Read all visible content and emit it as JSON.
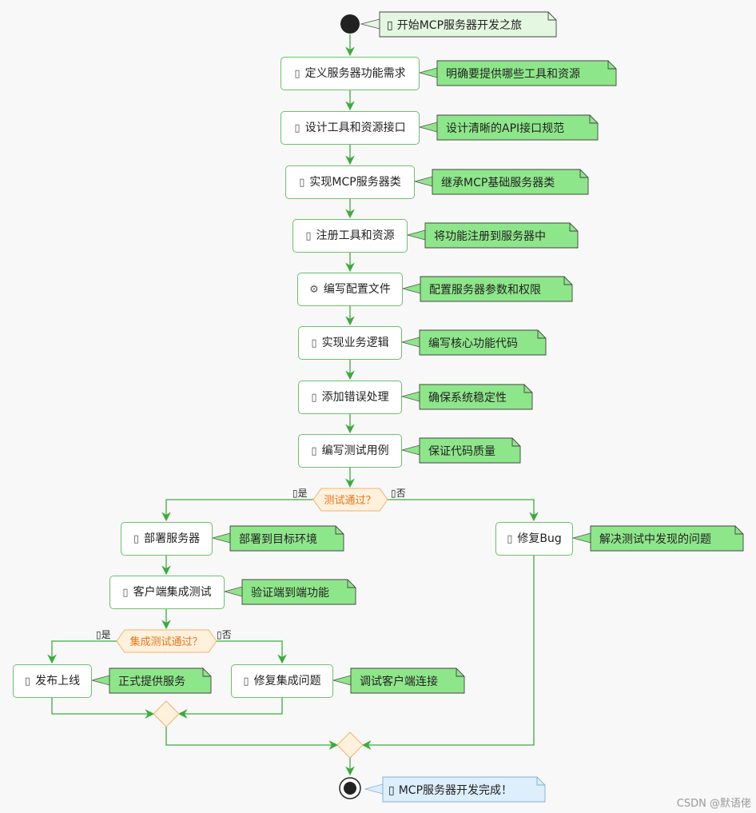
{
  "nodes": {
    "define_req": "定义服务器功能需求",
    "design_api": "设计工具和资源接口",
    "impl_class": "实现MCP服务器类",
    "register": "注册工具和资源",
    "write_config": "编写配置文件",
    "impl_logic": "实现业务逻辑",
    "error_handling": "添加错误处理",
    "write_tests": "编写测试用例",
    "deploy": "部署服务器",
    "client_test": "客户端集成测试",
    "fix_bug": "修复Bug",
    "release": "发布上线",
    "fix_integration": "修复集成问题"
  },
  "notes": {
    "start": "开始MCP服务器开发之旅",
    "define_req": "明确要提供哪些工具和资源",
    "design_api": "设计清晰的API接口规范",
    "impl_class": "继承MCP基础服务器类",
    "register": "将功能注册到服务器中",
    "write_config": "配置服务器参数和权限",
    "impl_logic": "编写核心功能代码",
    "error_handling": "确保系统稳定性",
    "write_tests": "保证代码质量",
    "deploy": "部署到目标环境",
    "fix_bug": "解决测试中发现的问题",
    "client_test": "验证端到端功能",
    "release": "正式提供服务",
    "fix_integration": "调试客户端连接",
    "end": "MCP服务器开发完成！"
  },
  "decisions": {
    "tests_passed": {
      "label": "测试通过？",
      "yes": "是",
      "no": "否"
    },
    "integration_passed": {
      "label": "集成测试通过？",
      "yes": "是",
      "no": "否"
    }
  },
  "icons": {
    "default": "▯",
    "config": "⚙"
  },
  "colors": {
    "line": "#3daa3d",
    "box_border": "#6cc06c",
    "note_fill": "#8ee68a",
    "start_note_fill": "#e4f7e0",
    "end_note_fill": "#ddeefc",
    "end_note_border": "#7fb0d8",
    "decision_fill": "#fff1dc",
    "decision_border": "#f0b270",
    "decision_text": "#e8741a"
  },
  "watermark": "CSDN @默语佬"
}
